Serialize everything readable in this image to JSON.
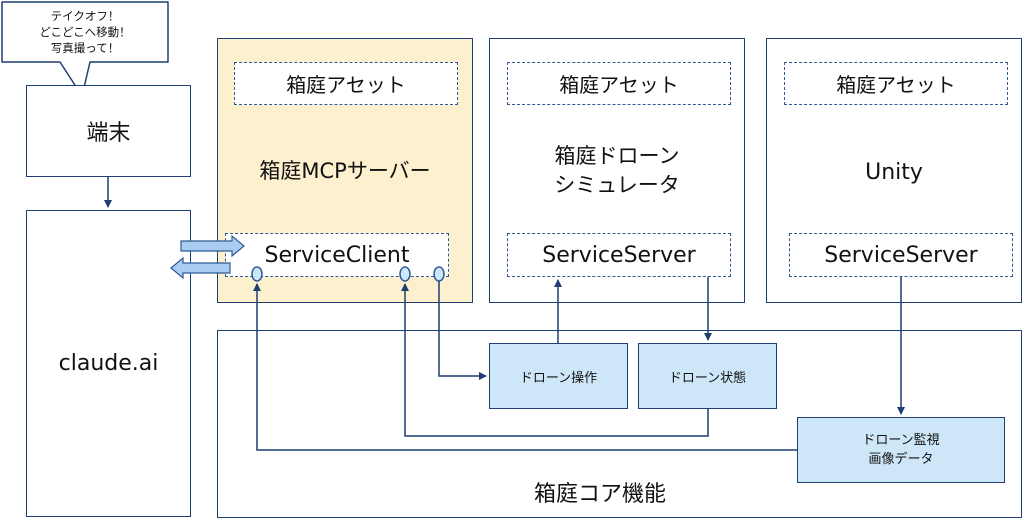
{
  "speech_bubble": {
    "text": "テイクオフ！\nどこどこへ移動！\n写真撮って！"
  },
  "terminal": {
    "label": "端末"
  },
  "claude": {
    "label": "claude.ai"
  },
  "mcp_server": {
    "asset_label": "箱庭アセット",
    "title": "箱庭MCPサーバー",
    "client_label": "ServiceClient",
    "bg_color": "#fdf0cf"
  },
  "drone_sim": {
    "asset_label": "箱庭アセット",
    "title": "箱庭ドローン\nシミュレータ",
    "server_label": "ServiceServer"
  },
  "unity": {
    "asset_label": "箱庭アセット",
    "title": "Unity",
    "server_label": "ServiceServer"
  },
  "core": {
    "title": "箱庭コア機能",
    "services": {
      "drone_control": "ドローン操作",
      "drone_state": "ドローン状態",
      "drone_monitor": "ドローン監視\n画像データ"
    }
  },
  "colors": {
    "border": "#1f3f72",
    "service_fill": "#cde6f8",
    "arrow_fill": "#a9cdf0"
  }
}
